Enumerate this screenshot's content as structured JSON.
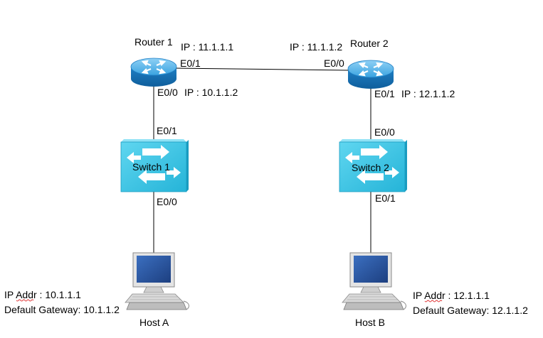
{
  "router1": {
    "name": "Router 1",
    "ip_top": "IP : 11.1.1.1",
    "port_top": "E0/1",
    "port_bottom": "E0/0",
    "ip_bottom": "IP : 10.1.1.2"
  },
  "router2": {
    "name": "Router 2",
    "ip_top": "IP : 11.1.1.2",
    "port_top": "E0/0",
    "port_bottom": "E0/1",
    "ip_bottom": "IP : 12.1.1.2"
  },
  "switch1": {
    "name": "Switch 1",
    "port_top": "E0/1",
    "port_bottom": "E0/0"
  },
  "switch2": {
    "name": "Switch 2",
    "port_top": "E0/0",
    "port_bottom": "E0/1"
  },
  "hostA": {
    "name": "Host A",
    "ip": "IP Addr : 10.1.1.1",
    "gateway": "Default Gateway: 10.1.1.2"
  },
  "hostB": {
    "name": "Host B",
    "ip": "IP Addr : 12.1.1.1",
    "gateway": "Default Gateway: 12.1.1.2"
  },
  "colors": {
    "device_blue": "#1e90d8",
    "switch_cyan": "#33c6e6",
    "monitor_screen": "#2f5faa",
    "link": "#000000"
  }
}
